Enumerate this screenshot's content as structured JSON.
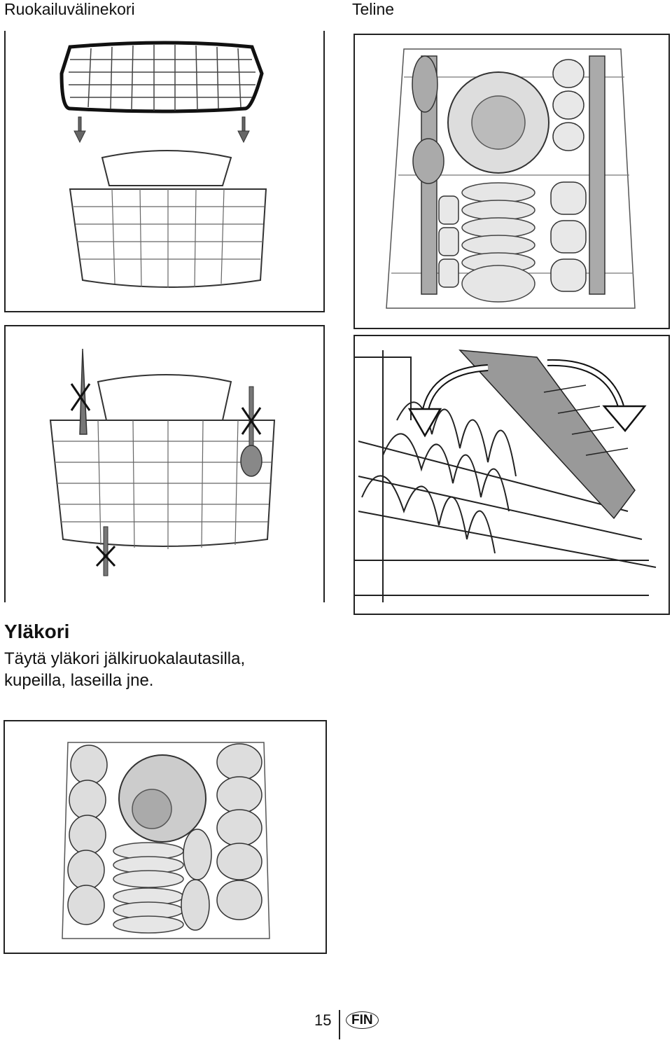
{
  "headings": {
    "cutlery_basket": "Ruokailuvälinekori",
    "rack": "Teline"
  },
  "section": {
    "title": "Yläkori",
    "body_line1": "Täytä yläkori jälkiruokalautasilla,",
    "body_line2": "kupeilla, laseilla jne."
  },
  "footer": {
    "page_number": "15",
    "language_badge": "FIN"
  }
}
